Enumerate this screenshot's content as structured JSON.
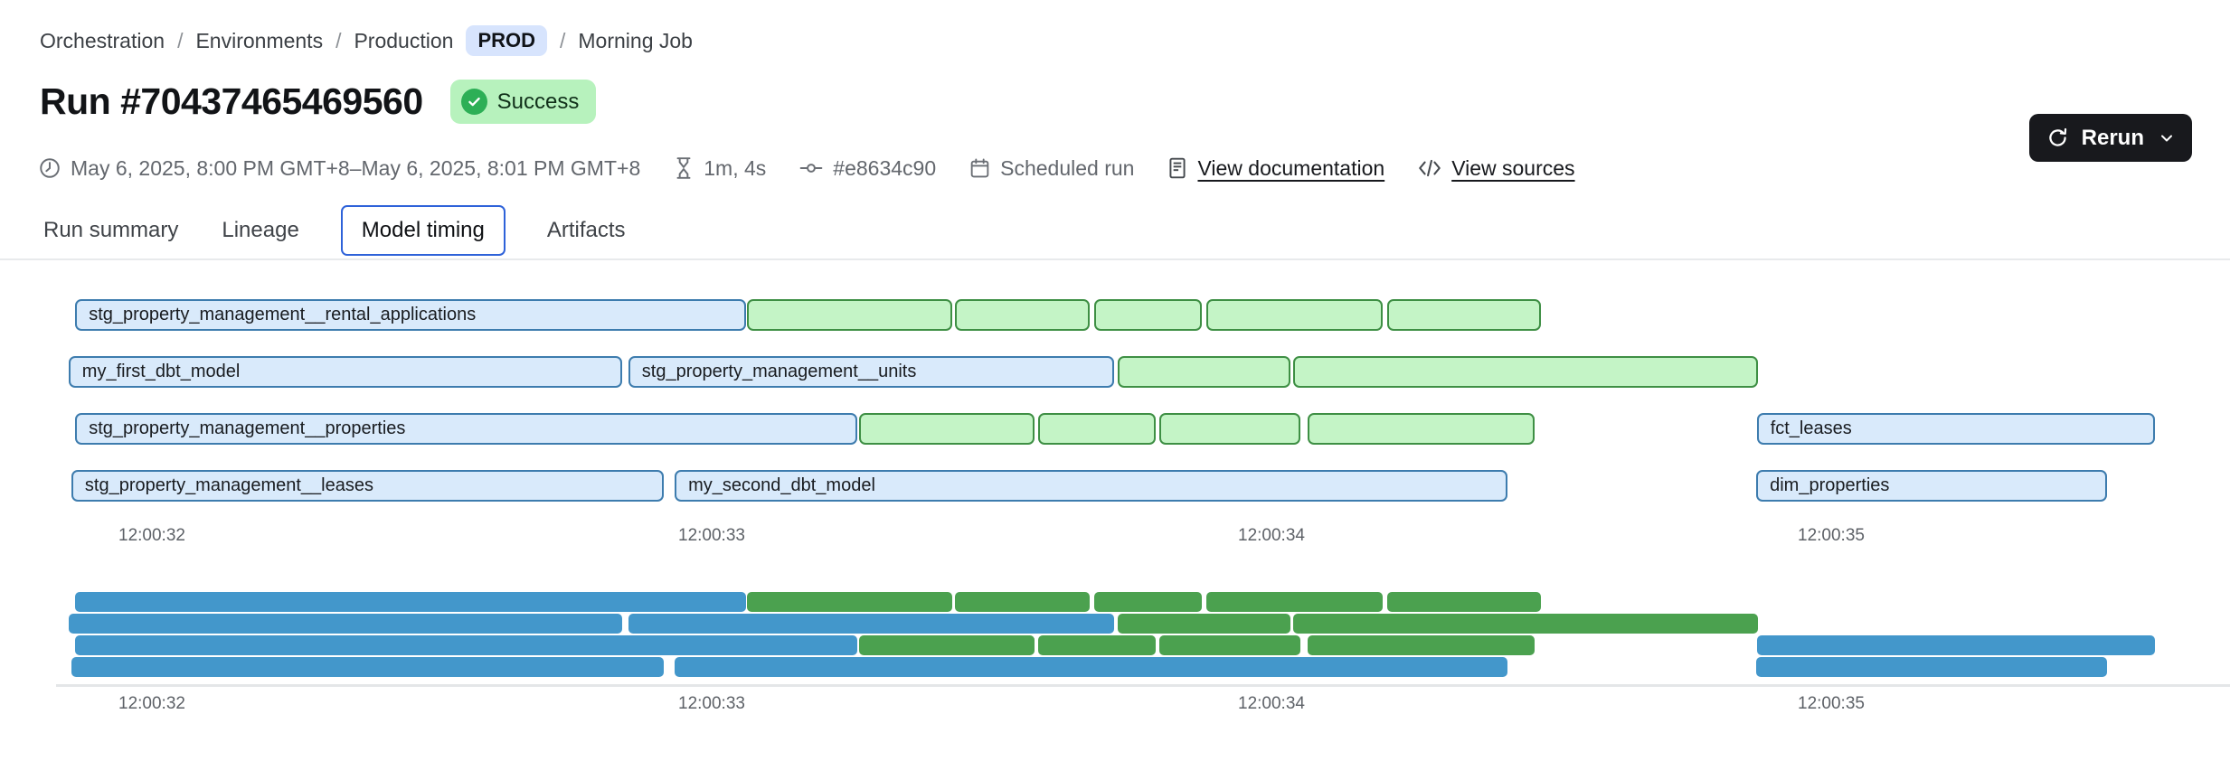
{
  "breadcrumb": {
    "separator": "/",
    "items": [
      "Orchestration",
      "Environments",
      "Production",
      "Morning Job"
    ],
    "env_badge": "PROD"
  },
  "header": {
    "run_title": "Run #70437465469560",
    "status": "Success"
  },
  "meta": {
    "time_range": "May 6, 2025, 8:00 PM GMT+8–May 6, 2025, 8:01 PM GMT+8",
    "duration": "1m, 4s",
    "commit": "#e8634c90",
    "trigger": "Scheduled run",
    "doc_link": "View documentation",
    "sources_link": "View sources"
  },
  "actions": {
    "rerun_label": "Rerun"
  },
  "tabs": [
    {
      "label": "Run summary",
      "active": false
    },
    {
      "label": "Lineage",
      "active": false
    },
    {
      "label": "Model timing",
      "active": true
    },
    {
      "label": "Artifacts",
      "active": false
    }
  ],
  "chart_data": {
    "type": "gantt",
    "title": "Model timing",
    "x_ticks": [
      "12:00:32",
      "12:00:33",
      "12:00:34",
      "12:00:35"
    ],
    "x_tick_seconds": [
      32,
      33,
      34,
      35
    ],
    "legend": {
      "model": "blue",
      "test": "green"
    },
    "colors": {
      "model_fill": "#d9eafb",
      "model_border": "#3d7cae",
      "test_fill": "#c4f4c6",
      "test_border": "#3e8f44",
      "overview_model": "#4397cb",
      "overview_test": "#4ba14f"
    },
    "rows": [
      {
        "bars": [
          {
            "label": "stg_property_management__rental_applications",
            "kind": "model",
            "start": 31.863,
            "end": 33.061
          },
          {
            "kind": "test",
            "start": 33.063,
            "end": 33.43
          },
          {
            "kind": "test",
            "start": 33.434,
            "end": 33.675
          },
          {
            "kind": "test",
            "start": 33.683,
            "end": 33.876
          },
          {
            "kind": "test",
            "start": 33.884,
            "end": 34.199
          },
          {
            "kind": "test",
            "start": 34.207,
            "end": 34.481
          }
        ]
      },
      {
        "bars": [
          {
            "label": "my_first_dbt_model",
            "kind": "model",
            "start": 31.851,
            "end": 32.84
          },
          {
            "label": "stg_property_management__units",
            "kind": "model",
            "start": 32.851,
            "end": 33.719
          },
          {
            "kind": "test",
            "start": 33.725,
            "end": 34.034
          },
          {
            "kind": "test",
            "start": 34.039,
            "end": 34.869
          }
        ]
      },
      {
        "bars": [
          {
            "label": "stg_property_management__properties",
            "kind": "model",
            "start": 31.863,
            "end": 33.26
          },
          {
            "kind": "test",
            "start": 33.263,
            "end": 33.577
          },
          {
            "kind": "test",
            "start": 33.583,
            "end": 33.793
          },
          {
            "kind": "test",
            "start": 33.8,
            "end": 34.052
          },
          {
            "kind": "test",
            "start": 34.065,
            "end": 34.47
          },
          {
            "label": "fct_leases",
            "kind": "model",
            "start": 34.867,
            "end": 35.578
          }
        ]
      },
      {
        "bars": [
          {
            "label": "stg_property_management__leases",
            "kind": "model",
            "start": 31.856,
            "end": 32.914
          },
          {
            "label": "my_second_dbt_model",
            "kind": "model",
            "start": 32.934,
            "end": 34.422
          },
          {
            "label": "dim_properties",
            "kind": "model",
            "start": 34.866,
            "end": 35.493
          }
        ]
      }
    ]
  }
}
